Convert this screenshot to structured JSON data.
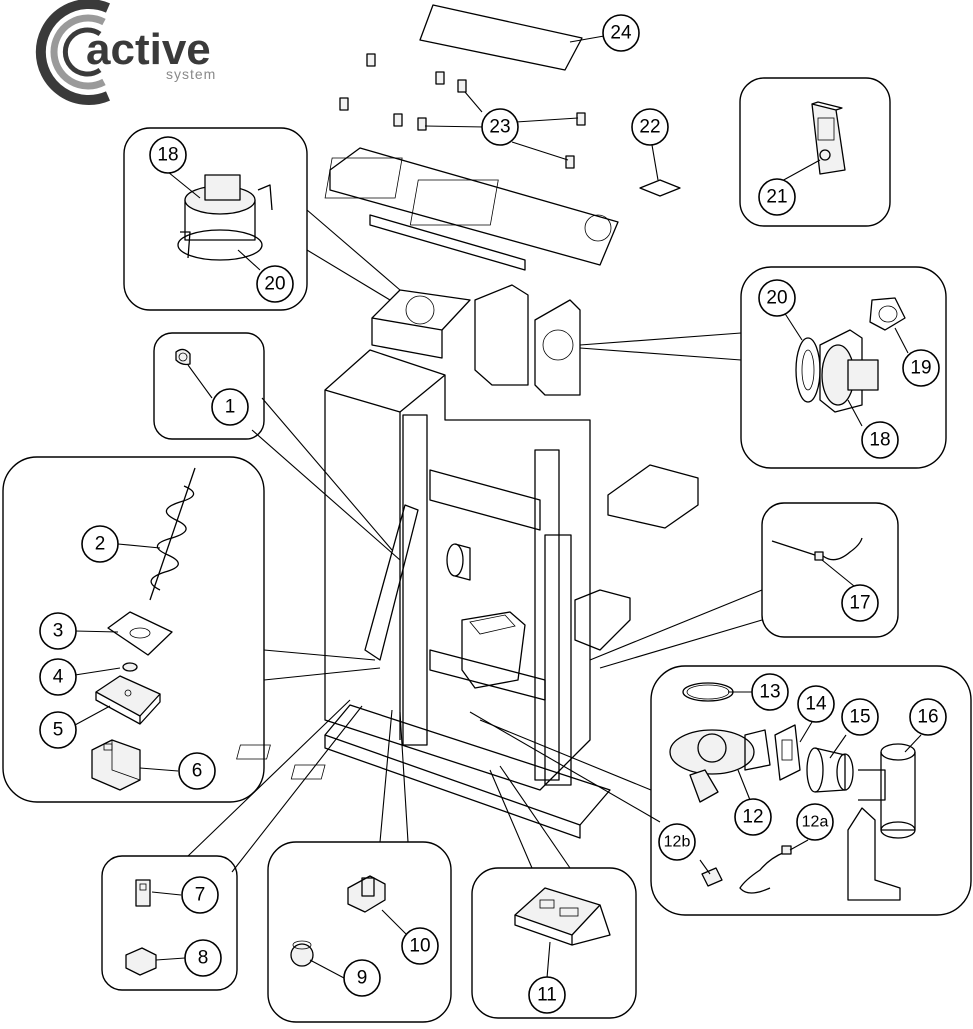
{
  "logo": {
    "word": "active",
    "sub": "system",
    "color_dark": "#3a3a3a",
    "color_grey": "#9a9a9a"
  },
  "callouts": [
    {
      "id": "c1",
      "label": "1"
    },
    {
      "id": "c2",
      "label": "2"
    },
    {
      "id": "c3",
      "label": "3"
    },
    {
      "id": "c4",
      "label": "4"
    },
    {
      "id": "c5",
      "label": "5"
    },
    {
      "id": "c6",
      "label": "6"
    },
    {
      "id": "c7",
      "label": "7"
    },
    {
      "id": "c8",
      "label": "8"
    },
    {
      "id": "c9",
      "label": "9"
    },
    {
      "id": "c10",
      "label": "10"
    },
    {
      "id": "c11",
      "label": "11"
    },
    {
      "id": "c12",
      "label": "12"
    },
    {
      "id": "c12a",
      "label": "12a"
    },
    {
      "id": "c12b",
      "label": "12b"
    },
    {
      "id": "c13",
      "label": "13"
    },
    {
      "id": "c14",
      "label": "14"
    },
    {
      "id": "c15",
      "label": "15"
    },
    {
      "id": "c16",
      "label": "16"
    },
    {
      "id": "c17",
      "label": "17"
    },
    {
      "id": "c18a",
      "label": "18"
    },
    {
      "id": "c18b",
      "label": "18"
    },
    {
      "id": "c19",
      "label": "19"
    },
    {
      "id": "c20a",
      "label": "20"
    },
    {
      "id": "c20b",
      "label": "20"
    },
    {
      "id": "c21",
      "label": "21"
    },
    {
      "id": "c22",
      "label": "22"
    },
    {
      "id": "c23",
      "label": "23"
    },
    {
      "id": "c24",
      "label": "24"
    }
  ]
}
